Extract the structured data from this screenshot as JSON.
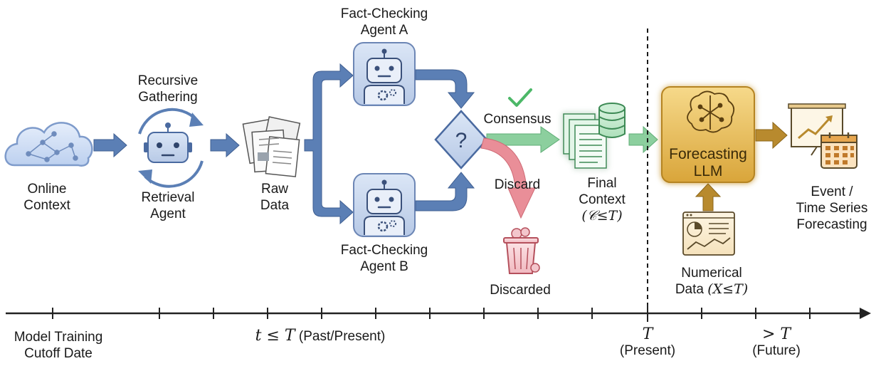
{
  "nodes": {
    "online_context": {
      "line1": "Online",
      "line2": "Context"
    },
    "recursive_gathering": {
      "line1": "Recursive",
      "line2": "Gathering"
    },
    "retrieval_agent": {
      "line1": "Retrieval",
      "line2": "Agent"
    },
    "raw_data": {
      "line1": "Raw",
      "line2": "Data"
    },
    "fact_checking_a": {
      "line1": "Fact-Checking",
      "line2": "Agent A"
    },
    "fact_checking_b": {
      "line1": "Fact-Checking",
      "line2": "Agent B"
    },
    "decision_symbol": "?",
    "consensus": "Consensus",
    "discard": "Discard",
    "discarded": "Discarded",
    "final_context": {
      "line1": "Final",
      "line2": "Context",
      "math": "(𝒞≤T)"
    },
    "forecasting_llm": {
      "line1": "Forecasting",
      "line2": "LLM"
    },
    "numerical_data": {
      "line1": "Numerical",
      "line2_prefix": "Data",
      "math": "(X≤T)"
    },
    "event_forecasting": {
      "line1": "Event /",
      "line2": "Time Series",
      "line3": "Forecasting"
    }
  },
  "timeline": {
    "left_label": {
      "line1": "Model Training",
      "line2": "Cutoff Date"
    },
    "past_math": "t ≤ T",
    "past_text": "(Past/Present)",
    "present_math": "T",
    "present_text": "(Present)",
    "future_math": "> T",
    "future_text": "(Future)"
  },
  "colors": {
    "arrow_blue": "#5b7fb5",
    "arrow_green": "#8ccf9e",
    "arrow_red": "#e98e98",
    "arrow_gold": "#b88a2e",
    "llm_gold": "#e6b94e",
    "robot_box": "#c9d7ee",
    "timeline": "#222222"
  },
  "icons": [
    "cloud-network-icon",
    "robot-icon",
    "documents-icon",
    "robot-gear-icon",
    "question-diamond-icon",
    "checkmark-icon",
    "trash-bin-icon",
    "database-icon",
    "brain-icon",
    "dashboard-icon",
    "chart-board-icon",
    "calendar-icon"
  ]
}
